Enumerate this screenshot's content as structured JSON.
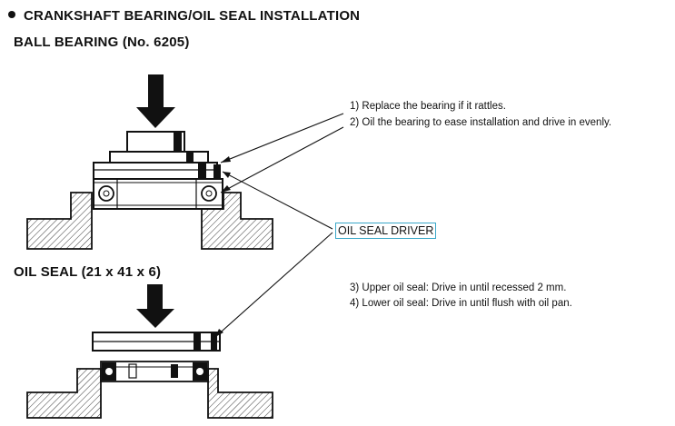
{
  "section_title": "CRANKSHAFT BEARING/OIL SEAL INSTALLATION",
  "ball_bearing_title": "BALL BEARING (No. 6205)",
  "oil_seal_title": "OIL SEAL (21 x 41 x 6)",
  "callout_label": "OIL SEAL DRIVER",
  "bearing_notes": [
    "1)  Replace the bearing if it rattles.",
    "2)  Oil the bearing to ease installation and drive in evenly."
  ],
  "seal_notes": [
    "3)  Upper oil seal: Drive in until recessed 2 mm.",
    "4)  Lower oil seal: Drive in until flush with oil pan."
  ]
}
